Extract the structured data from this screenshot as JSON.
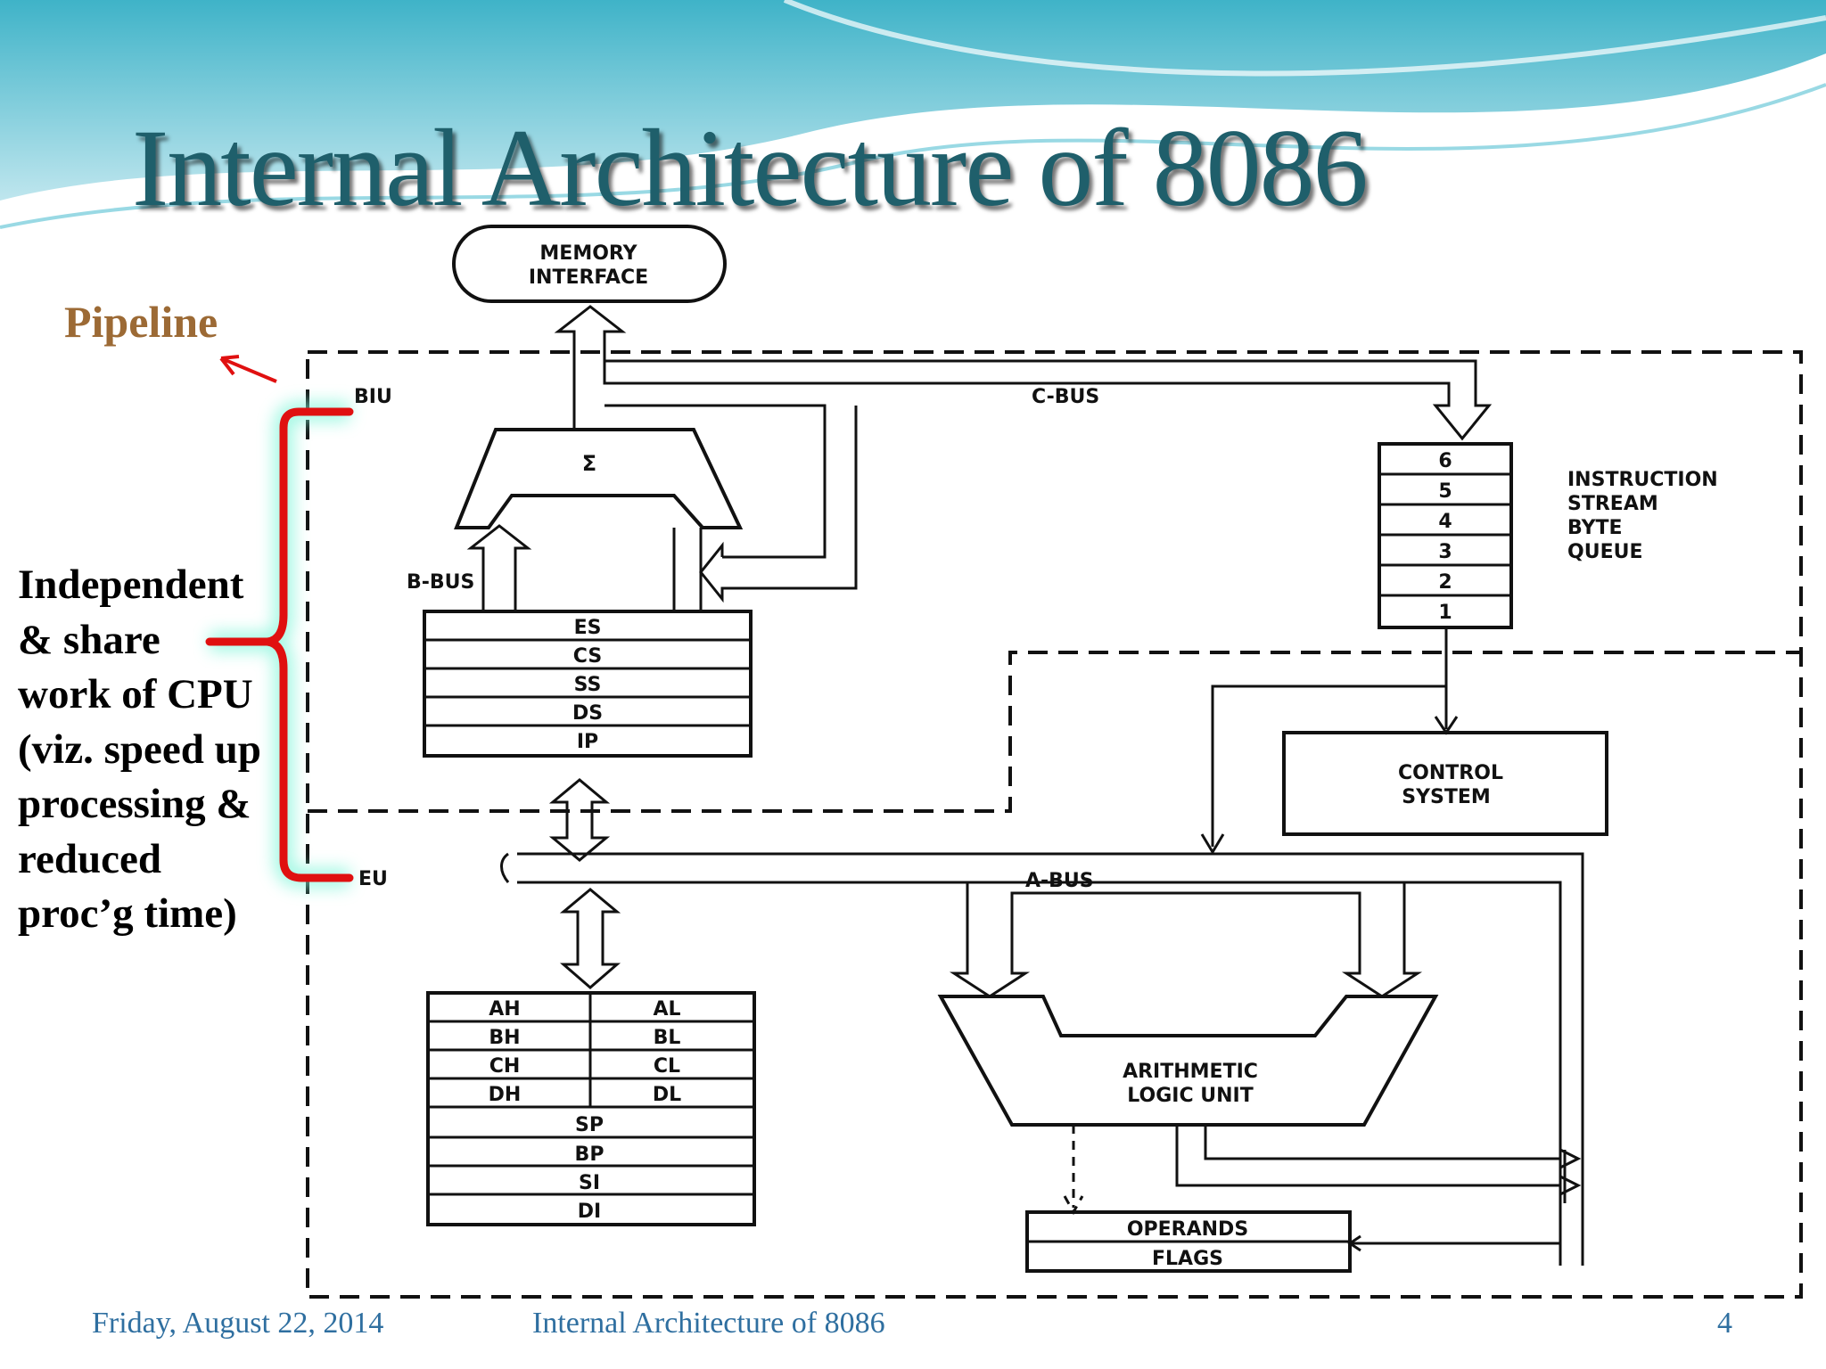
{
  "slide": {
    "title": "Internal Architecture of 8086",
    "annotation": "Pipeline",
    "side_note_lines": [
      "Independent",
      "& share",
      "work of CPU",
      "(viz. speed up",
      "processing &",
      "reduced",
      "proc’g time)"
    ]
  },
  "diagram": {
    "memory_interface": [
      "MEMORY",
      "INTERFACE"
    ],
    "biu_label": "BIU",
    "eu_label": "EU",
    "c_bus_label": "C-BUS",
    "b_bus_label": "B-BUS",
    "a_bus_label": "A-BUS",
    "sigma": "Σ",
    "segment_registers": [
      "ES",
      "CS",
      "SS",
      "DS",
      "IP"
    ],
    "queue_bytes": [
      "6",
      "5",
      "4",
      "3",
      "2",
      "1"
    ],
    "queue_label": [
      "INSTRUCTION",
      "STREAM",
      "BYTE",
      "QUEUE"
    ],
    "control_system": [
      "CONTROL",
      "SYSTEM"
    ],
    "alu": [
      "ARITHMETIC",
      "LOGIC UNIT"
    ],
    "general_registers": [
      [
        "AH",
        "AL"
      ],
      [
        "BH",
        "BL"
      ],
      [
        "CH",
        "CL"
      ],
      [
        "DH",
        "DL"
      ]
    ],
    "pointer_registers": [
      "SP",
      "BP",
      "SI",
      "DI"
    ],
    "operands_flags": [
      "OPERANDS",
      "FLAGS"
    ]
  },
  "footer": {
    "date": "Friday, August 22, 2014",
    "title": "Internal Architecture of 8086",
    "page": "4"
  },
  "colors": {
    "title": "#1f5f6b",
    "annotation": "#9c6a35",
    "bracket": "#e01010",
    "footer": "#2f6fa0"
  }
}
